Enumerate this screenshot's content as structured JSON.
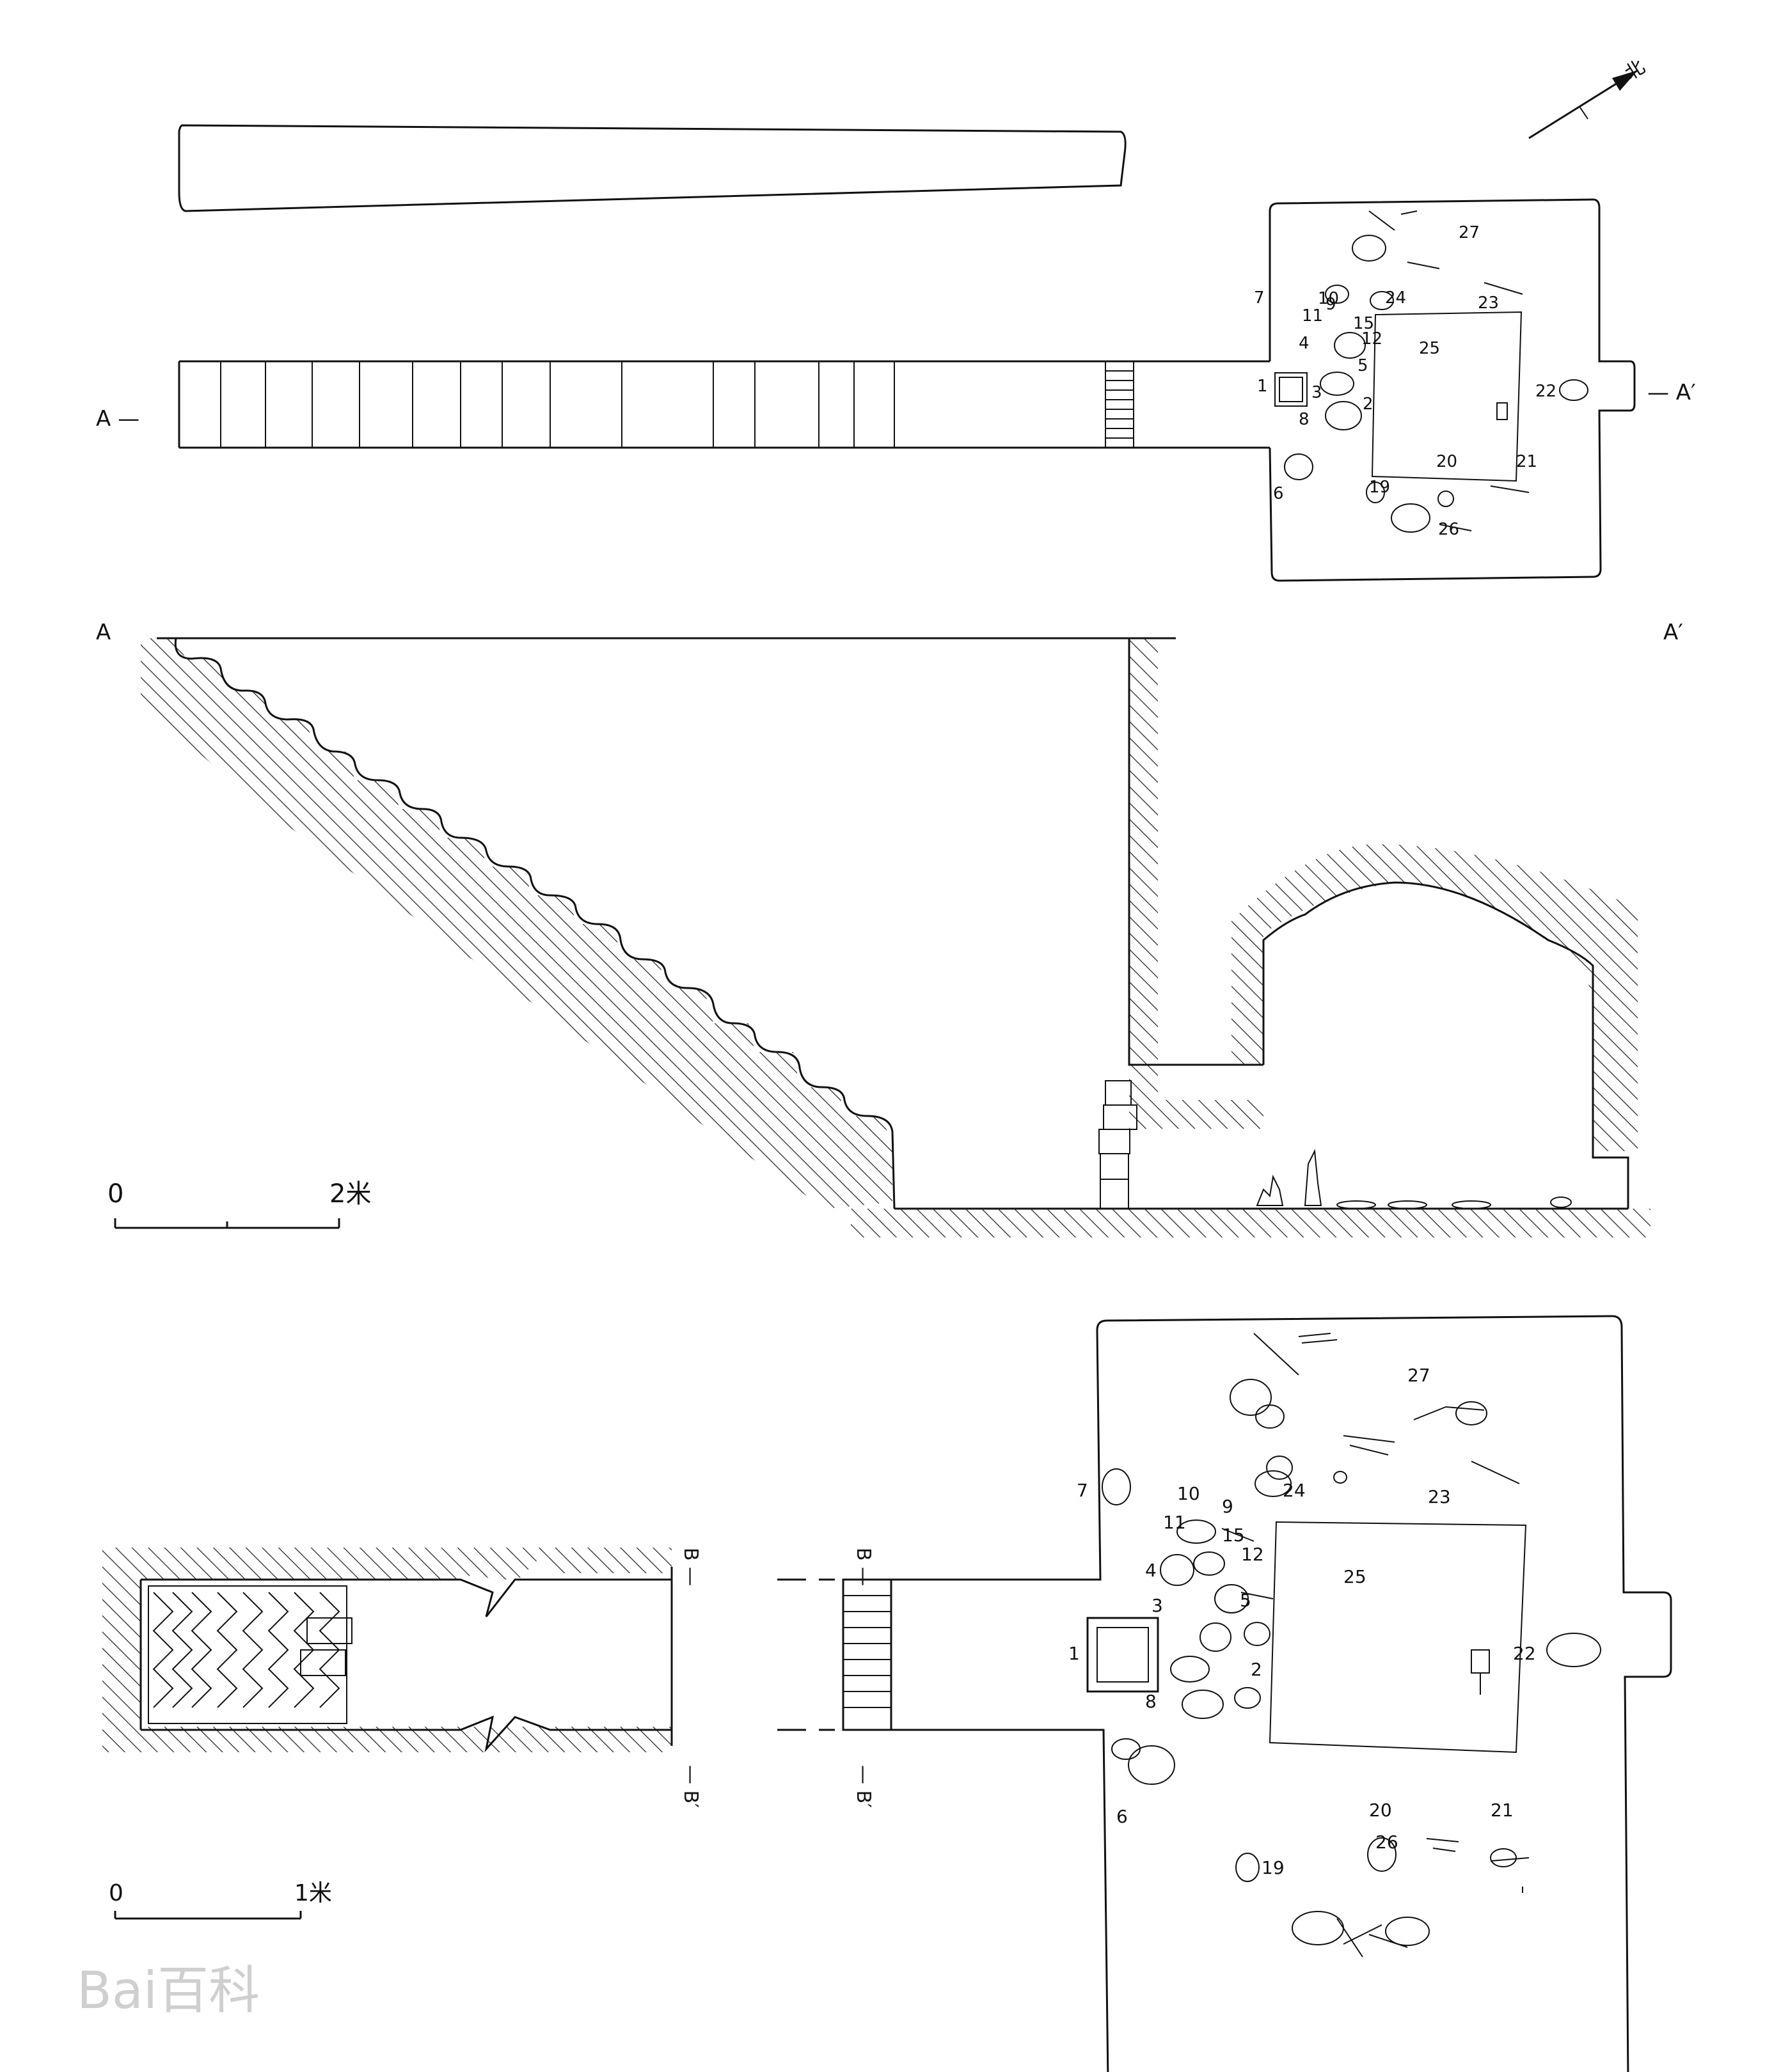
{
  "north": {
    "label": "北"
  },
  "section_labels": {
    "a_left": "A",
    "a_left_plan": "A —",
    "a_right": "A′",
    "a_right_plan": "— A′",
    "b_top": "B —",
    "b_bottom": "— B′",
    "b_top_2": "B —",
    "b_bottom_2": "— B′"
  },
  "scale_top": {
    "zero": "0",
    "end": "2米"
  },
  "scale_bottom": {
    "zero": "0",
    "end": "1米"
  },
  "watermark": {
    "text": "Bai百科"
  },
  "plan_small_numbers": [
    "1",
    "2",
    "3",
    "4",
    "5",
    "6",
    "7",
    "8",
    "9",
    "10",
    "11",
    "12",
    "15",
    "19",
    "20",
    "21",
    "22",
    "23",
    "24",
    "25",
    "26",
    "27"
  ],
  "plan_large_numbers": [
    "1",
    "2",
    "3",
    "4",
    "5",
    "6",
    "7",
    "8",
    "9",
    "10",
    "11",
    "12",
    "15",
    "19",
    "20",
    "21",
    "22",
    "23",
    "24",
    "25",
    "26",
    "27"
  ]
}
